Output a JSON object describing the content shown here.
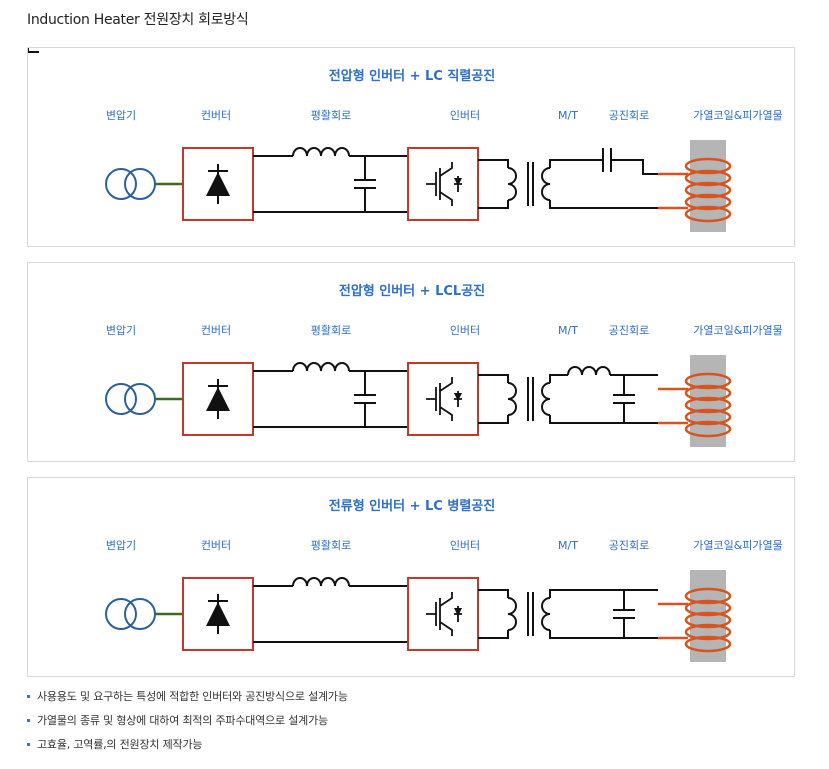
{
  "page": {
    "title": "Induction Heater 전원장치 회로방식"
  },
  "colors": {
    "label_blue": "#2f6fc4",
    "box_red": "#c0392b",
    "coil_orange": "#d9531e",
    "workpiece_gray": "#b5b5b5",
    "transformer_blue": "#2c5f9e",
    "line_green": "#3d6b1f"
  },
  "labels": {
    "transformer": "변압기",
    "converter": "컨버터",
    "smoothing": "평활회로",
    "inverter": "인버터",
    "mt": "M/T",
    "resonant": "공진회로",
    "heating": "가열코일&피가열물"
  },
  "panels": [
    {
      "title": "전압형 인버터 + LC 직렬공진",
      "resonance": "series-lc"
    },
    {
      "title": "전압형 인버터 + LCL공진",
      "resonance": "lcl"
    },
    {
      "title": "전류형 인버터 + LC 병렬공진",
      "resonance": "parallel-lc"
    }
  ],
  "notes": [
    "사용용도 및 요구하는 특성에 적합한 인버터와 공진방식으로 설계가능",
    "가열물의 종류 및 형상에 대하여 최적의 주파수대역으로 설계가능",
    "고효율, 고역률,의 전원장치 제작가능"
  ]
}
